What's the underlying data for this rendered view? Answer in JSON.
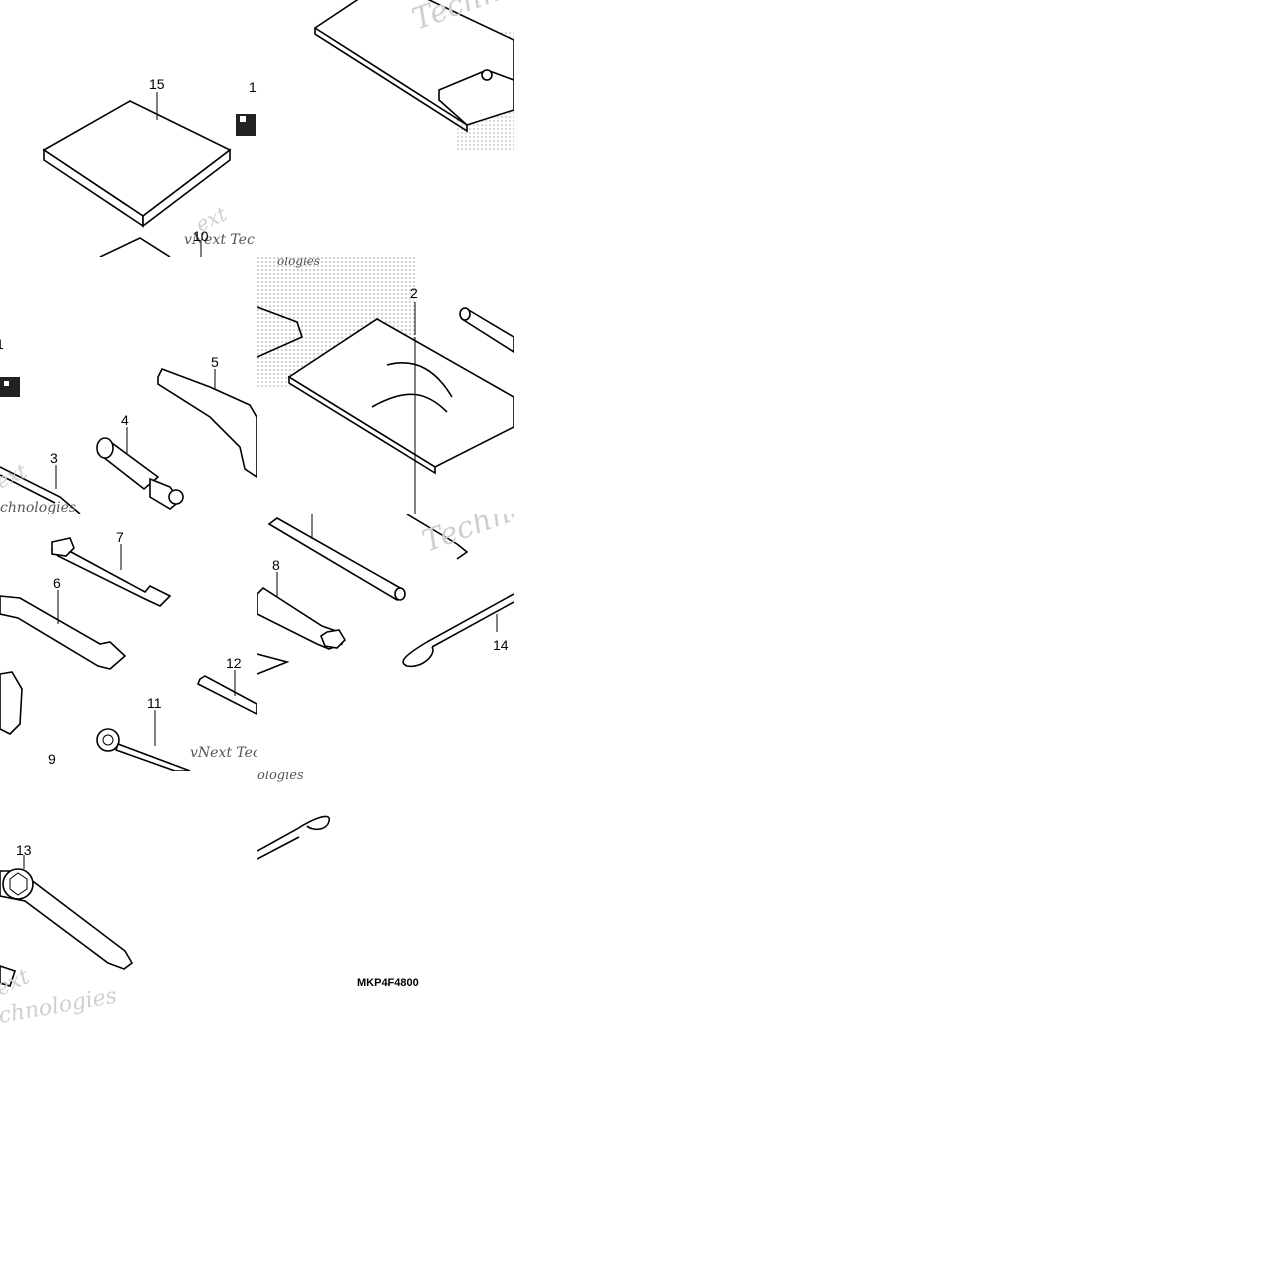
{
  "diagram": {
    "part_code": "MKP4F4800",
    "callouts": {
      "c15": "15",
      "c1a": "1",
      "c10": "10",
      "c2": "2",
      "c5": "5",
      "c4": "4",
      "c3": "3",
      "c1b": "1",
      "c7": "7",
      "c6": "6",
      "c8": "8",
      "c14": "14",
      "c12": "12",
      "c11": "11",
      "c9": "9",
      "c13": "13"
    },
    "watermark": {
      "brand_a": "Techno",
      "brand_b": "vNext Tec",
      "brand_c": "ologies",
      "brand_d": "Technologies",
      "brand_e": "chnologies",
      "brand_f": "Techno",
      "brand_g": "vNext Tec",
      "brand_h": "ologies",
      "brand_i": "ext",
      "brand_j": "chnologies"
    }
  }
}
